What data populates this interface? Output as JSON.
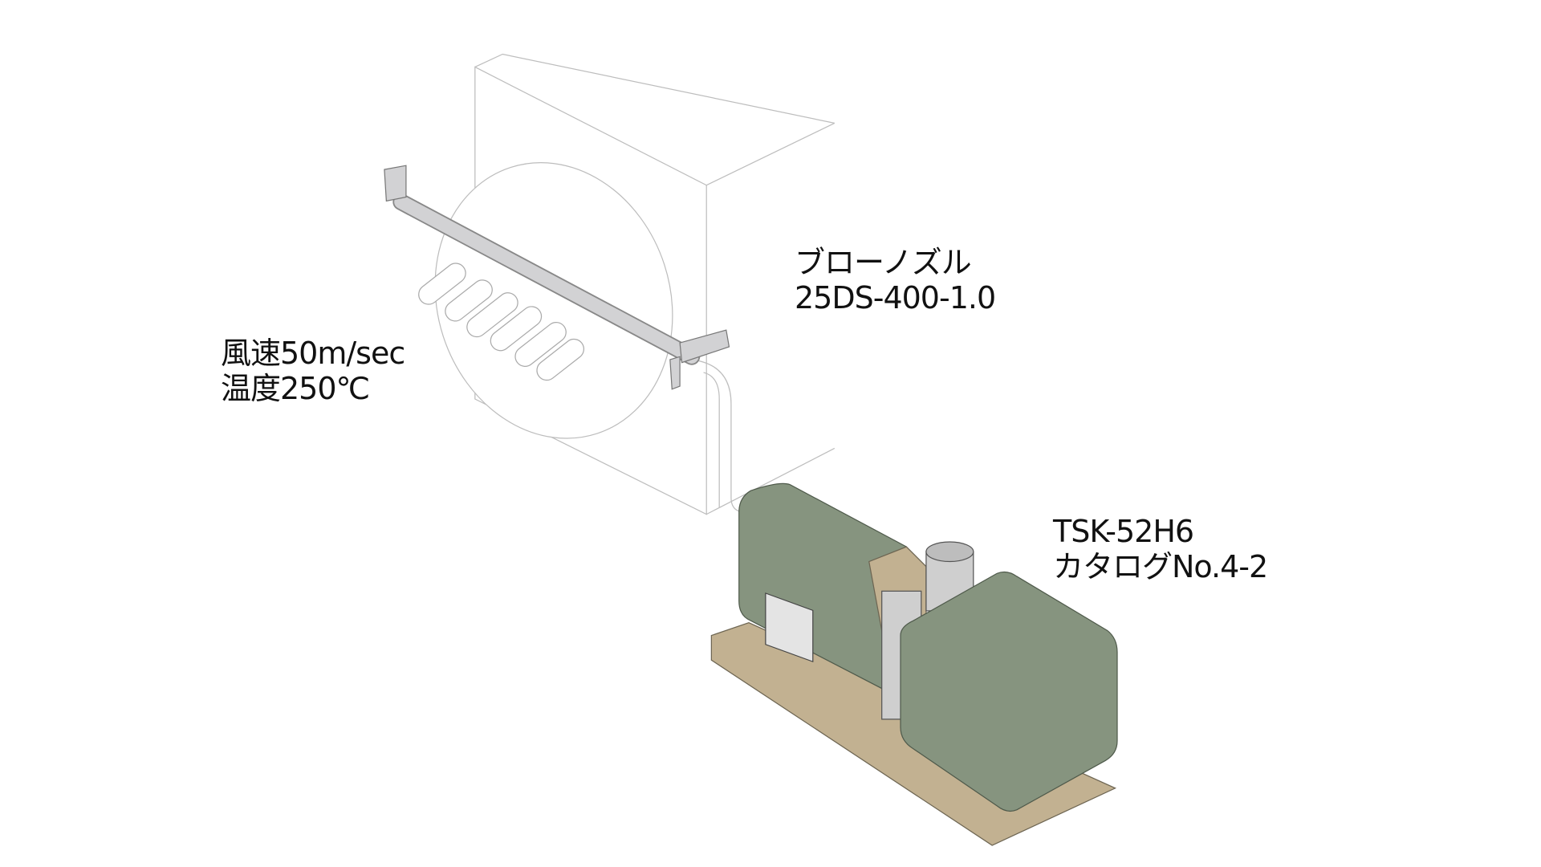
{
  "labels": {
    "nozzle": {
      "name": "ブローノズル",
      "model": "25DS-400-1.0"
    },
    "conditions": {
      "speed": "風速50m/sec",
      "temperature": "温度250℃"
    },
    "blower": {
      "model": "TSK-52H6",
      "catalog": "カタログNo.4-2"
    }
  },
  "colors": {
    "blower_green": "#86947f",
    "base_tan": "#c2b191",
    "pipe_gray": "#d2d2d4",
    "outline": "#9a9a9a"
  }
}
